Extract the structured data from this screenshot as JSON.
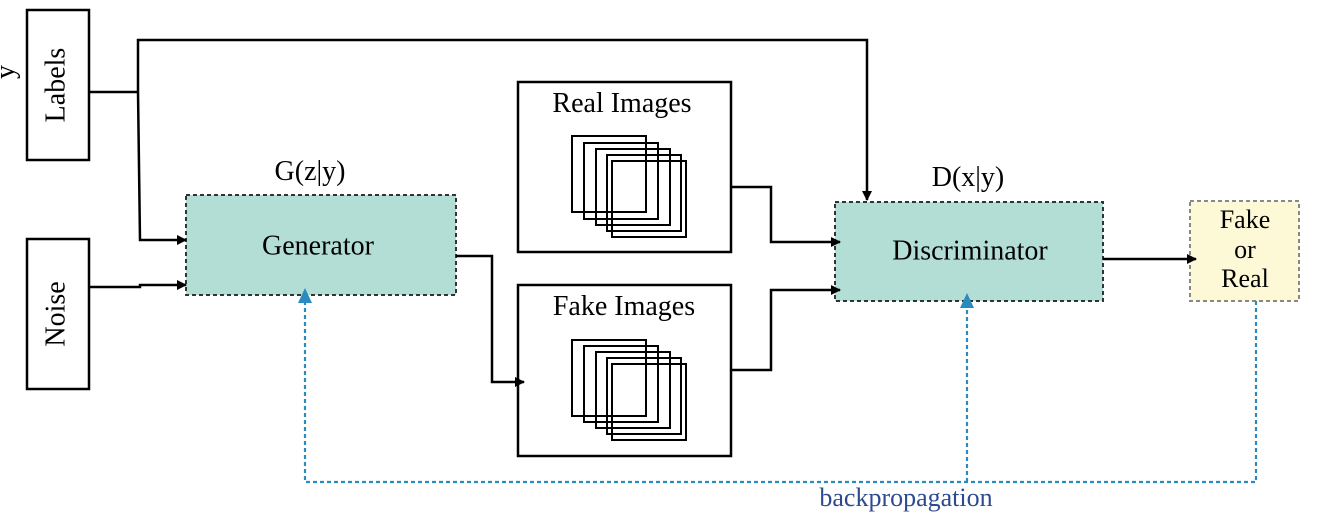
{
  "labels_input": {
    "text": "Labels",
    "symbol": "y"
  },
  "noise_input": {
    "text": "Noise"
  },
  "generator": {
    "label": "Generator",
    "function": "G(z|y)"
  },
  "real_images": {
    "title": "Real Images"
  },
  "fake_images": {
    "title": "Fake Images"
  },
  "discriminator": {
    "label": "Discriminator",
    "function": "D(x|y)"
  },
  "output": {
    "line1": "Fake",
    "line2": "or",
    "line3": "Real"
  },
  "backprop": {
    "label": "backpropagation"
  },
  "colors": {
    "block_fill": "#b2ded5",
    "output_fill": "#fdf9d6",
    "backprop_line": "#2a8bbf",
    "backprop_text": "#2e4a8f"
  }
}
